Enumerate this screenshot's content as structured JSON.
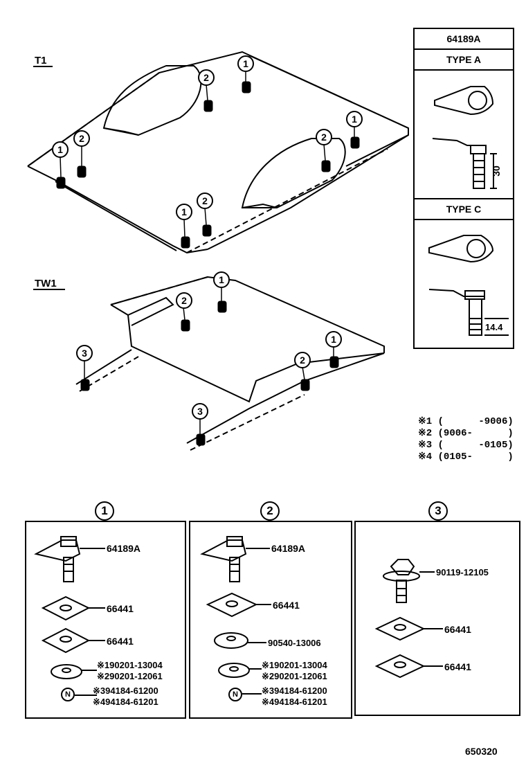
{
  "diagram": {
    "figure_number": "650320",
    "sections": [
      {
        "label": "T1"
      },
      {
        "label": "TW1"
      }
    ],
    "callouts": [
      "1",
      "2",
      "3"
    ],
    "type_box": {
      "part_number": "64189A",
      "type_a": {
        "label": "TYPE A",
        "dimension": "30"
      },
      "type_c": {
        "label": "TYPE C",
        "dimension": "14.4"
      }
    },
    "notes": [
      "※1 (      -9006)",
      "※2 (9006-      )",
      "※3 (      -0105)",
      "※4 (0105-      )"
    ],
    "groups": [
      {
        "id": "1",
        "parts": [
          {
            "number": "64189A"
          },
          {
            "number": "66441"
          },
          {
            "number": "66441"
          },
          {
            "number": "※190201-13004"
          },
          {
            "number": "※290201-12061"
          },
          {
            "number": "※394184-61200"
          },
          {
            "number": "※494184-61201"
          }
        ],
        "nut_symbol": "N"
      },
      {
        "id": "2",
        "parts": [
          {
            "number": "64189A"
          },
          {
            "number": "66441"
          },
          {
            "number": "90540-13006"
          },
          {
            "number": "※190201-13004"
          },
          {
            "number": "※290201-12061"
          },
          {
            "number": "※394184-61200"
          },
          {
            "number": "※494184-61201"
          }
        ],
        "nut_symbol": "N"
      },
      {
        "id": "3",
        "parts": [
          {
            "number": "90119-12105"
          },
          {
            "number": "66441"
          },
          {
            "number": "66441"
          }
        ]
      }
    ]
  }
}
